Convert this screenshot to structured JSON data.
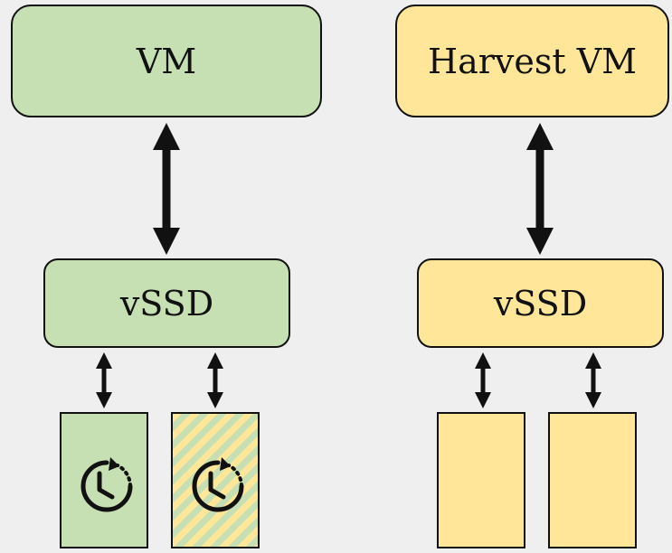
{
  "colors": {
    "background": "#efefef",
    "green": "#c6e0b4",
    "yellow": "#ffe699",
    "stroke": "#111111"
  },
  "left_stack": {
    "vm_label": "VM",
    "vssd_label": "vSSD",
    "fill": "green",
    "chips": [
      {
        "fill": "green",
        "icon": "clock-history-icon"
      },
      {
        "fill": "green-yellow-striped",
        "icon": "clock-history-icon"
      }
    ]
  },
  "right_stack": {
    "vm_label": "Harvest VM",
    "vssd_label": "vSSD",
    "fill": "yellow",
    "chips": [
      {
        "fill": "yellow",
        "icon": ""
      },
      {
        "fill": "yellow",
        "icon": ""
      }
    ]
  },
  "arrows": [
    {
      "from": "VM",
      "to": "vSSD",
      "direction": "bidirectional"
    },
    {
      "from": "vSSD",
      "to": "chip-1",
      "direction": "bidirectional"
    },
    {
      "from": "vSSD",
      "to": "chip-2",
      "direction": "bidirectional"
    },
    {
      "from": "Harvest VM",
      "to": "vSSD",
      "direction": "bidirectional"
    },
    {
      "from": "vSSD",
      "to": "chip-1",
      "direction": "bidirectional"
    },
    {
      "from": "vSSD",
      "to": "chip-2",
      "direction": "bidirectional"
    }
  ]
}
